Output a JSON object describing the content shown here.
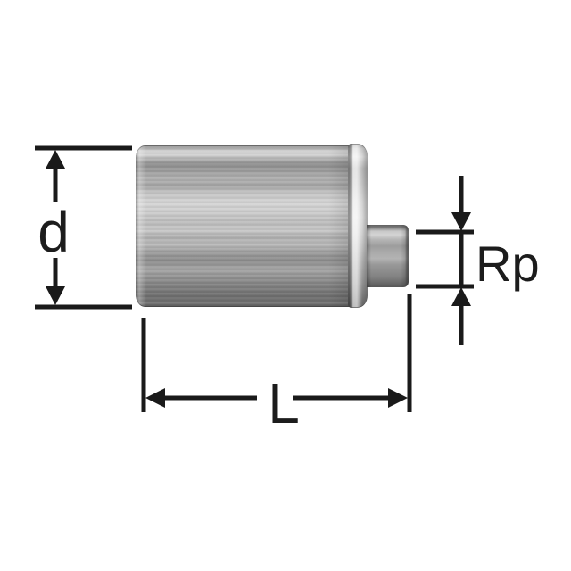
{
  "drawing": {
    "description": "technical dimension drawing of a cylindrical fitting with spigot",
    "labels": {
      "diameter": "d",
      "thread_size": "Rp",
      "length": "L"
    },
    "colors": {
      "background": "#ffffff",
      "line": "#1a1a1a",
      "metal_light": "#e6e6e6",
      "metal_mid": "#aaaaaa",
      "metal_dark": "#5c5c5c"
    }
  }
}
